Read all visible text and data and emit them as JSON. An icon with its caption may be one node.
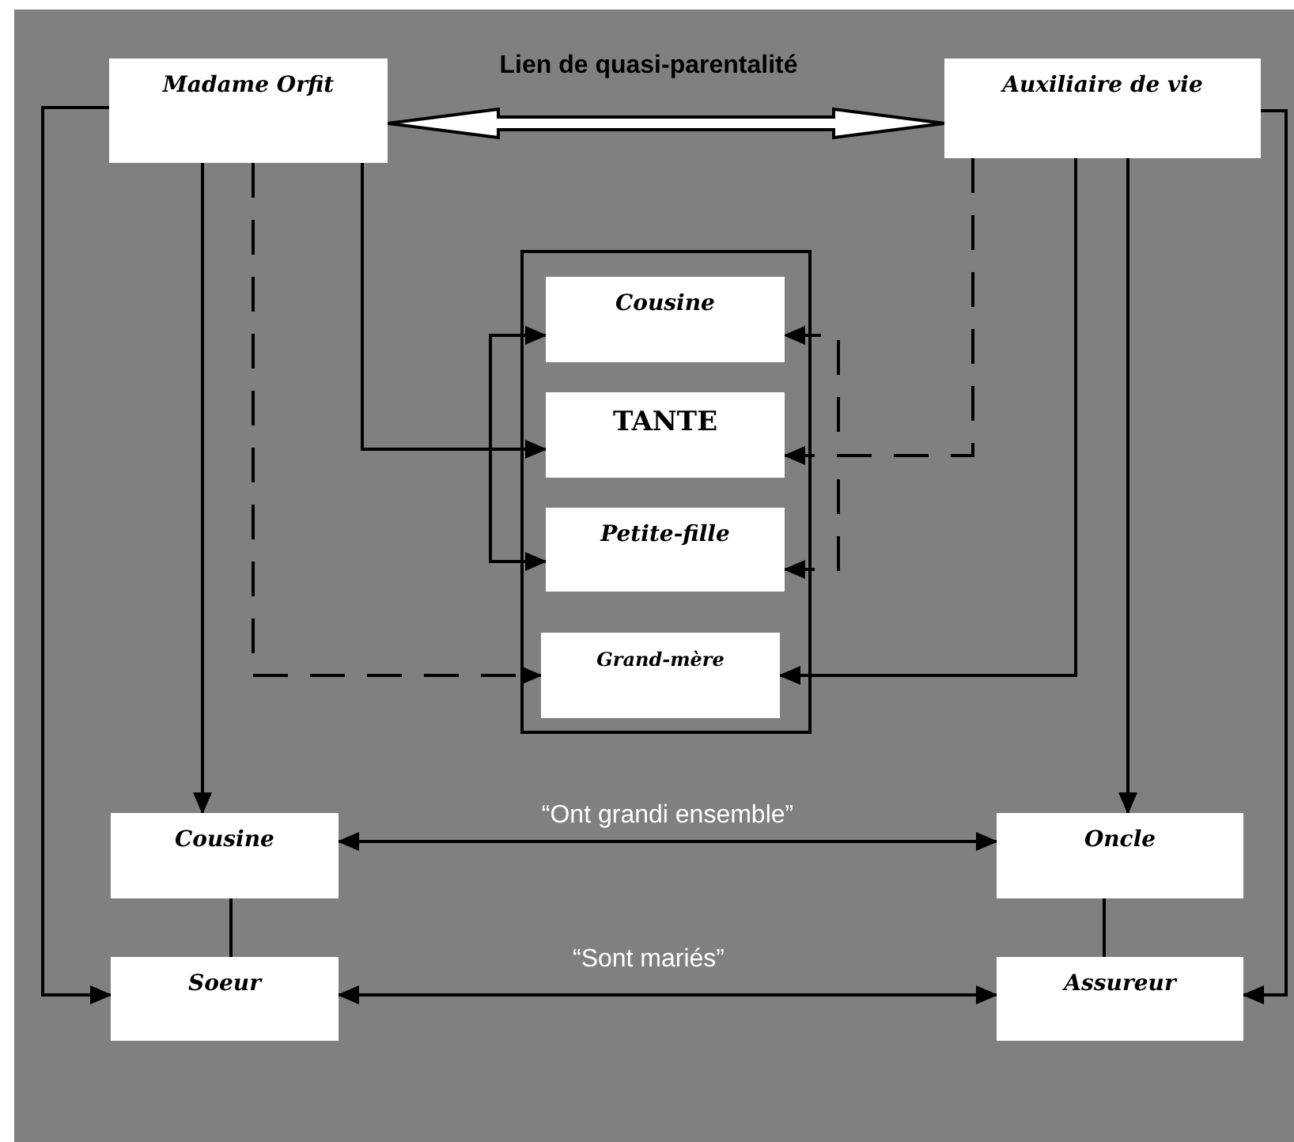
{
  "diagram": {
    "nodes": [
      {
        "text": [
          "Madame Orfit"
        ]
      },
      {
        "text": [
          "Auxiliaire de vie"
        ]
      },
      {
        "text": [],
        "shape": "box"
      },
      {
        "text": [
          "Cousine"
        ],
        "in": 2
      },
      {
        "text": [
          "TANTE"
        ],
        "in": 2
      },
      {
        "text": [
          "Petite-fille"
        ],
        "in": 2
      },
      {
        "text": [
          "Grand-mère"
        ],
        "in": 2
      },
      {
        "text": [
          "Cousine"
        ]
      },
      {
        "text": [
          "Oncle"
        ]
      },
      {
        "text": [
          "Soeur"
        ]
      },
      {
        "text": [
          "Assureur"
        ]
      }
    ],
    "edges": [
      {
        "from": 0,
        "to": 1,
        "arrow": "both",
        "label": "Lien de quasi-parentalité",
        "style": "thick"
      },
      {
        "from": 0,
        "to": 7,
        "arrow": "to"
      },
      {
        "from": 0,
        "to": 6,
        "arrow": "to",
        "style": "dashed"
      },
      {
        "from": 0,
        "to": 4,
        "arrow": "to"
      },
      {
        "from": 0,
        "to": 3,
        "arrow": "to"
      },
      {
        "from": 0,
        "to": 5,
        "arrow": "to"
      },
      {
        "from": 0,
        "to": 9,
        "arrow": "to"
      },
      {
        "from": 1,
        "to": 4,
        "arrow": "to",
        "style": "dashed"
      },
      {
        "from": 1,
        "to": 3,
        "arrow": "to",
        "style": "dashed"
      },
      {
        "from": 1,
        "to": 5,
        "arrow": "to",
        "style": "dashed"
      },
      {
        "from": 1,
        "to": 6,
        "arrow": "to"
      },
      {
        "from": 1,
        "to": 8,
        "arrow": "to"
      },
      {
        "from": 1,
        "to": 10,
        "arrow": "to"
      },
      {
        "from": 7,
        "to": 8,
        "arrow": "both",
        "label": "“Ont grandi ensemble”"
      },
      {
        "from": 9,
        "to": 10,
        "arrow": "both",
        "label": "“Sont mariés”"
      },
      {
        "from": 7,
        "to": 9,
        "arrow": "none"
      },
      {
        "from": 8,
        "to": 10,
        "arrow": "none"
      }
    ]
  }
}
